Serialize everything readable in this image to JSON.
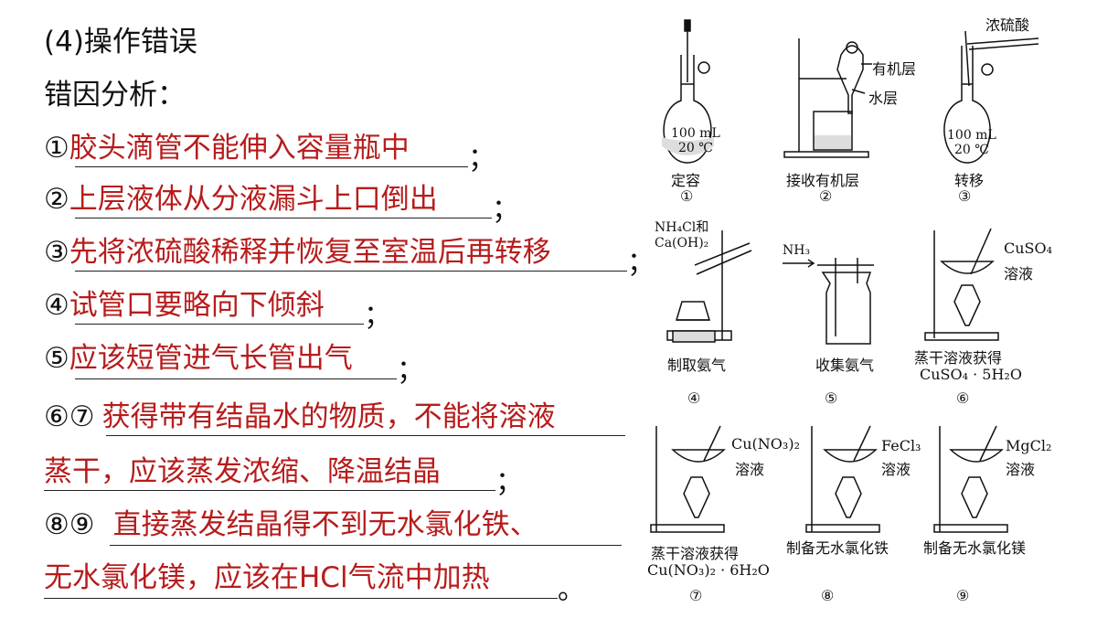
{
  "heading": "(4)操作错误",
  "subheading": "错因分析：",
  "answers": [
    {
      "marker": "①",
      "text": "胶头滴管不能伸入容量瓶中",
      "end": "；"
    },
    {
      "marker": "②",
      "text": "上层液体从分液漏斗上口倒出",
      "end": "；"
    },
    {
      "marker": "③",
      "text": "先将浓硫酸稀释并恢复至室温后再转移",
      "end": "；"
    },
    {
      "marker": "④",
      "text": "试管口要略向下倾斜",
      "end": "；"
    },
    {
      "marker": "⑤",
      "text": "应该短管进气长管出气",
      "end": "；"
    },
    {
      "marker": "⑥⑦",
      "text": "获得带有结晶水的物质，不能将溶液",
      "text2": "蒸干，应该蒸发浓缩、降温结晶",
      "end": "；"
    },
    {
      "marker": "⑧⑨",
      "text": "直接蒸发结晶得不到无水氯化铁、",
      "text2": "无水氯化镁，应该在HCl气流中加热",
      "end": "。"
    }
  ],
  "figures": {
    "f1": {
      "caption": "定容",
      "num": "①",
      "flask_label1": "100 mL",
      "flask_label2": "20 ℃"
    },
    "f2": {
      "caption": "接收有机层",
      "num": "②",
      "label_top": "有机层",
      "label_bottom": "水层"
    },
    "f3": {
      "caption": "转移",
      "num": "③",
      "label": "浓硫酸",
      "flask_label1": "100 mL",
      "flask_label2": "20 ℃"
    },
    "f4": {
      "label1": "NH₄Cl和",
      "label2": "Ca(OH)₂",
      "caption": "制取氨气",
      "num": "④"
    },
    "f5": {
      "label": "NH₃",
      "caption": "收集氨气",
      "num": "⑤"
    },
    "f6": {
      "label1": "CuSO₄",
      "label2": "溶液",
      "caption1": "蒸干溶液获得",
      "caption2": "CuSO₄ · 5H₂O",
      "num": "⑥"
    },
    "f7": {
      "label1": "Cu(NO₃)₂",
      "label2": "溶液",
      "caption1": "蒸干溶液获得",
      "caption2": "Cu(NO₃)₂ · 6H₂O",
      "num": "⑦"
    },
    "f8": {
      "label1": "FeCl₃",
      "label2": "溶液",
      "caption": "制备无水氯化铁",
      "num": "⑧"
    },
    "f9": {
      "label1": "MgCl₂",
      "label2": "溶液",
      "caption": "制备无水氯化镁",
      "num": "⑨"
    }
  }
}
